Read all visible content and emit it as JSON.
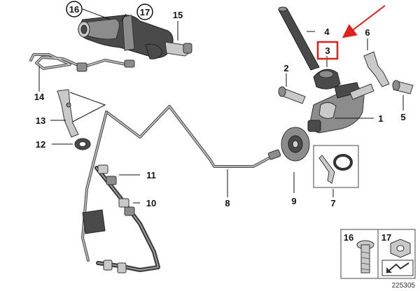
{
  "callouts": {
    "n1": "1",
    "n2": "2",
    "n3": "3",
    "n4": "4",
    "n5": "5",
    "n6": "6",
    "n7": "7",
    "n8": "8",
    "n9": "9",
    "n10": "10",
    "n11": "11",
    "n12": "12",
    "n13": "13",
    "n14": "14",
    "n15": "15",
    "n16": "16",
    "n17": "17"
  },
  "legend": {
    "n16": "16",
    "n17": "17"
  },
  "diagram_id": "225305",
  "colors": {
    "highlight": "#e0201b",
    "ink": "#111111",
    "part": "#6e6e6e"
  }
}
